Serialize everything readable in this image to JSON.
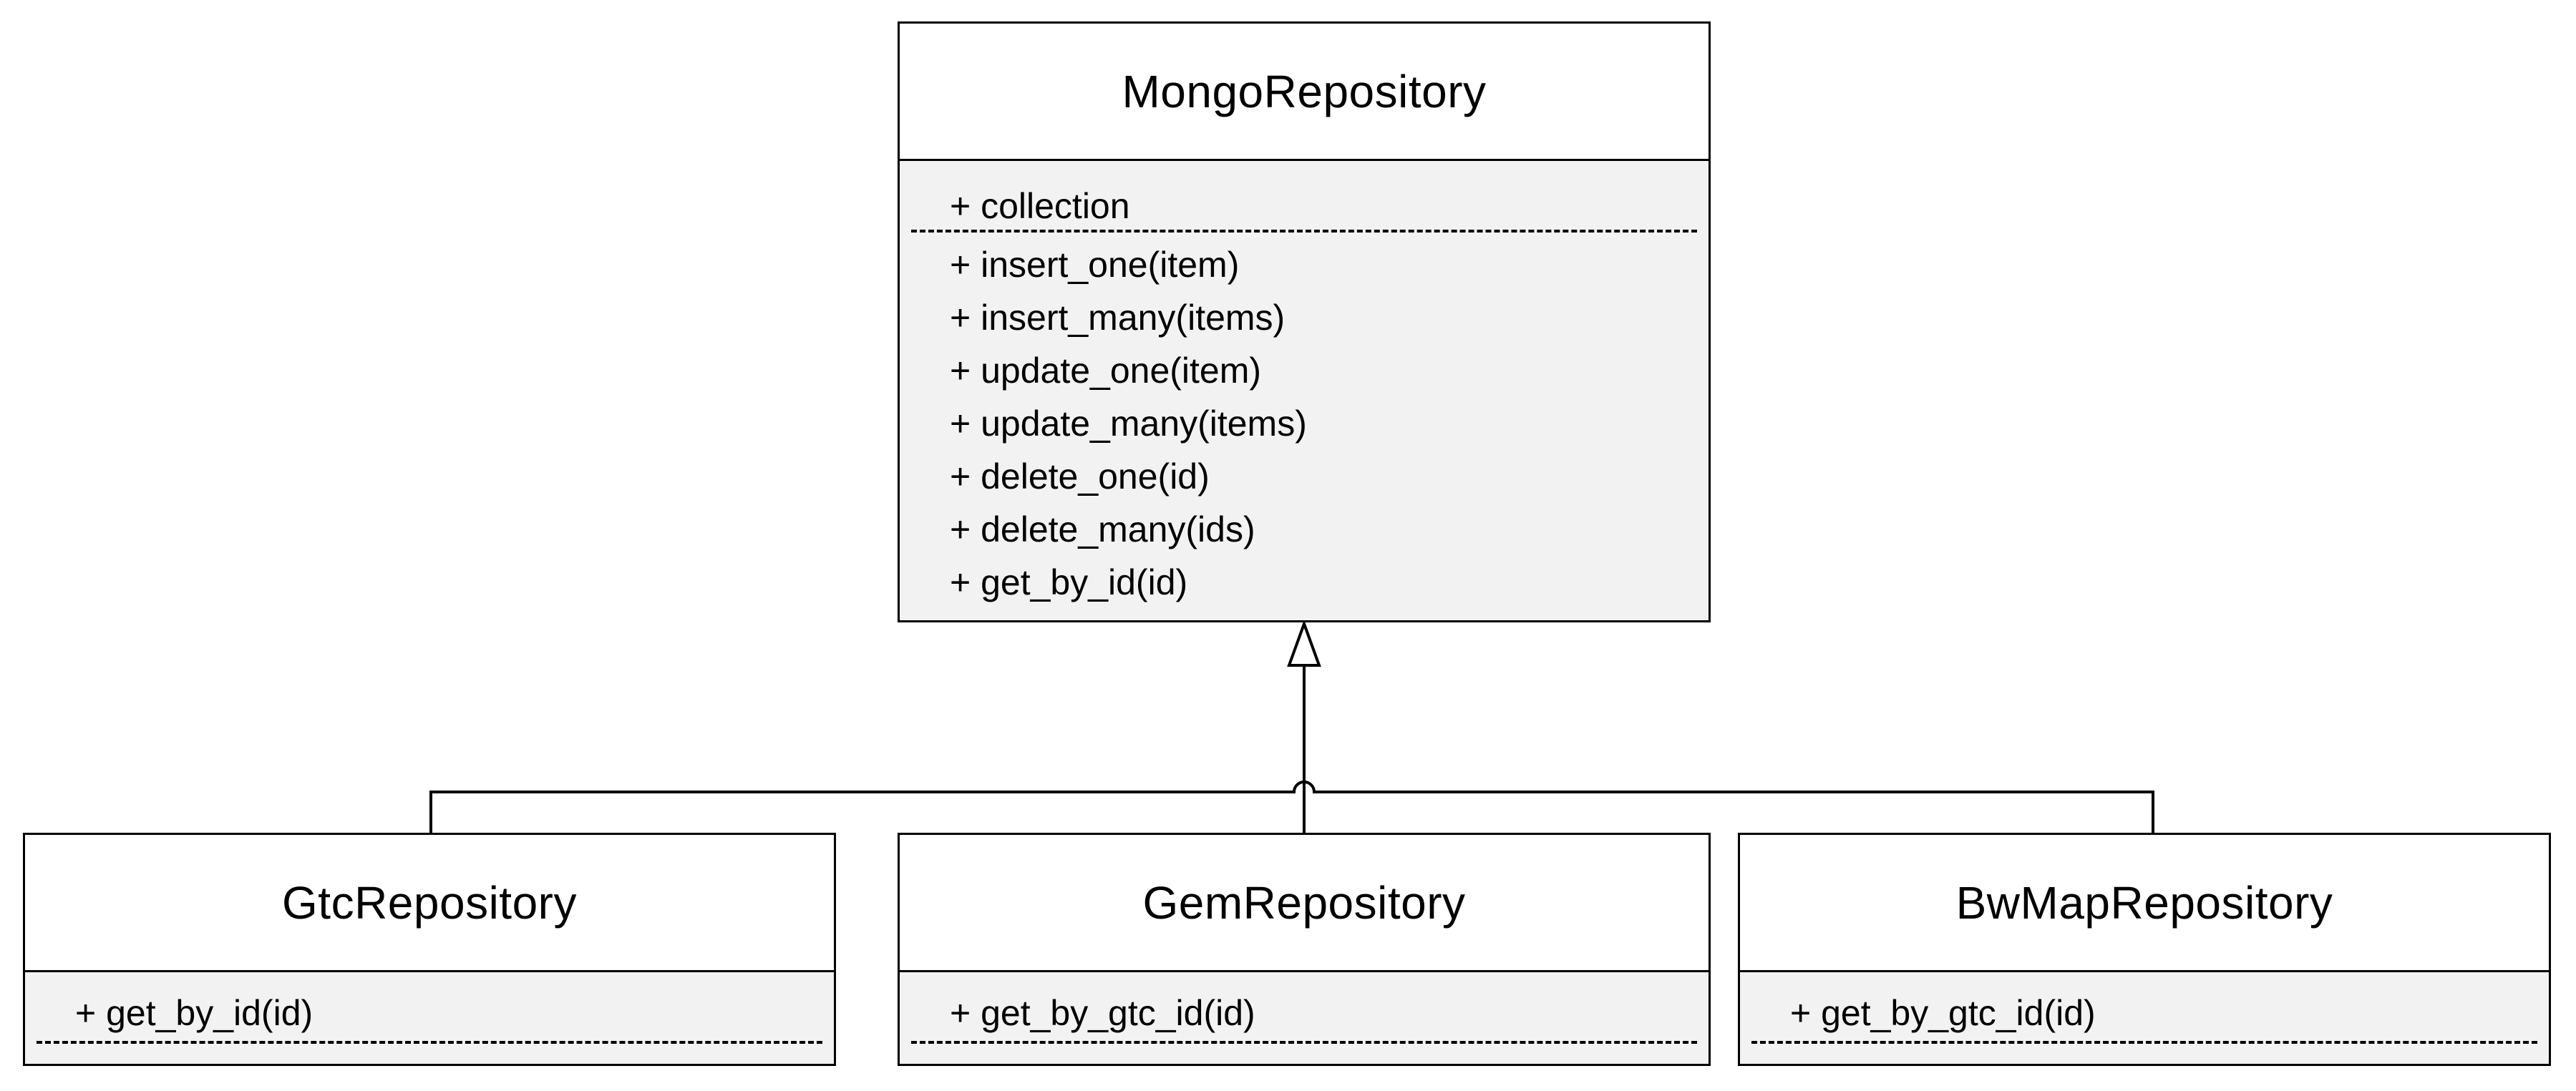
{
  "classes": {
    "mongo": {
      "name": "MongoRepository",
      "attributes": [
        "+ collection"
      ],
      "operations": [
        "+ insert_one(item)",
        "+ insert_many(items)",
        "+ update_one(item)",
        "+ update_many(items)",
        "+ delete_one(id)",
        "+ delete_many(ids)",
        "+ get_by_id(id)"
      ]
    },
    "gtc": {
      "name": "GtcRepository",
      "attributes": [
        "+ get_by_id(id)"
      ]
    },
    "gem": {
      "name": "GemRepository",
      "attributes": [
        "+ get_by_gtc_id(id)"
      ]
    },
    "bwmap": {
      "name": "BwMapRepository",
      "attributes": [
        "+ get_by_gtc_id(id)"
      ]
    }
  },
  "relationships": [
    {
      "type": "inheritance",
      "from": "GtcRepository",
      "to": "MongoRepository"
    },
    {
      "type": "inheritance",
      "from": "GemRepository",
      "to": "MongoRepository"
    },
    {
      "type": "inheritance",
      "from": "BwMapRepository",
      "to": "MongoRepository"
    }
  ],
  "colors": {
    "line": "#000000",
    "compartment_fill": "#f2f2f2",
    "header_fill": "#ffffff"
  }
}
